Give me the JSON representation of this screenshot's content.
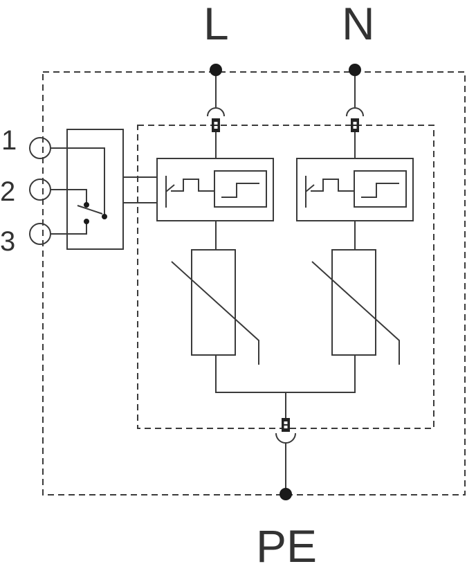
{
  "terminals": {
    "line": "L",
    "neutral": "N",
    "protective_earth": "PE"
  },
  "contacts": {
    "c1": "1",
    "c2": "2",
    "c3": "3"
  },
  "colors": {
    "line": "#3a3a3a",
    "text": "#333333",
    "terminal_fill": "#1a1a1a",
    "fuse_fill": "#222222"
  }
}
